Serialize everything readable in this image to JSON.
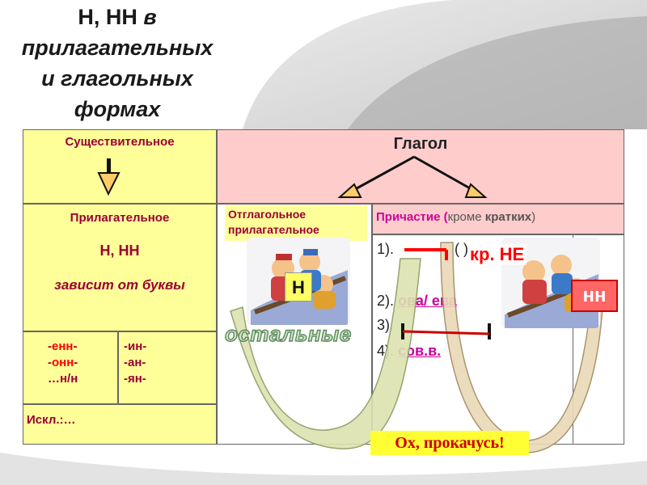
{
  "title": {
    "line1": "Н, НН ",
    "line1_italic": "в",
    "line2": "прилагательных",
    "line3": "и глагольных",
    "line4": "формах"
  },
  "table": {
    "noun": "Существительное",
    "verb": "Глагол",
    "adjective": "Прилагательное",
    "adj_n": "Н,  НН",
    "depends": "зависит от буквы",
    "suffixes_left": [
      "-енн-",
      "-онн-",
      "…н/н"
    ],
    "suffixes_right": [
      "-ин-",
      "-ан-",
      "-ян-"
    ],
    "exceptions": "Искл.:…",
    "verbal_adj_1": "Отглагольное",
    "verbal_adj_2": "прилагательное",
    "participle_a": "Причастие (",
    "participle_b": "кроме ",
    "participle_c": "кратких",
    "participle_d": ")",
    "rule1": "1).",
    "rule1_paren": "(           )",
    "rule2": "2).",
    "rule2_val": "ова/ ева",
    "rule3": "3).",
    "rule4": "4).",
    "rule4_val": "сов.в."
  },
  "badges": {
    "n": "Н",
    "short_not": "кр. НЕ",
    "nn": "нн",
    "rest": "остальные",
    "rolling": "Ох, прокачусь!"
  },
  "colors": {
    "yellow": "#ffff99",
    "pink": "#ffcccc",
    "dark_red": "#990033",
    "magenta": "#cc0099",
    "red": "#ff0000"
  }
}
